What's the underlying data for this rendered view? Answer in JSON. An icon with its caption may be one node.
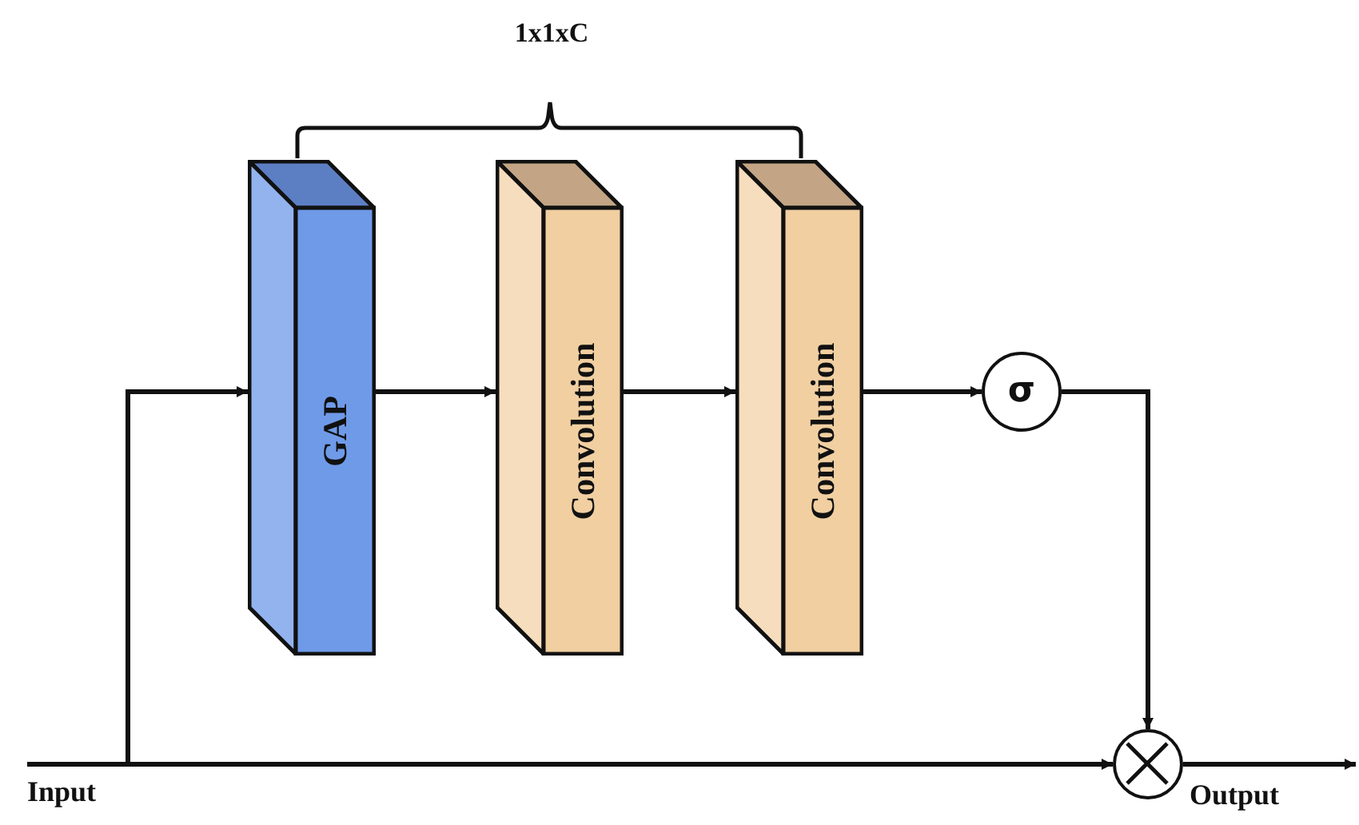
{
  "diagram": {
    "nodes": [
      {
        "text": [
          "GAP"
        ]
      },
      {
        "text": [
          "Convolution"
        ]
      },
      {
        "text": [
          "Convolution"
        ]
      },
      {
        "text": [
          "σ"
        ]
      },
      {
        "text": [],
        "shape": "circle"
      }
    ],
    "edges": [
      {
        "from": null,
        "to": 4,
        "arrow": "to"
      },
      {
        "from": null,
        "to": 0,
        "arrow": "to"
      },
      {
        "from": 0,
        "to": 1,
        "arrow": "to"
      },
      {
        "from": 1,
        "to": 2,
        "arrow": "to"
      },
      {
        "from": 2,
        "to": 3,
        "arrow": "to"
      },
      {
        "from": 3,
        "to": 4,
        "arrow": "to"
      },
      {
        "from": 4,
        "to": null,
        "arrow": "to"
      }
    ],
    "labels": [
      "1x1xC",
      "Input",
      "Output"
    ]
  }
}
